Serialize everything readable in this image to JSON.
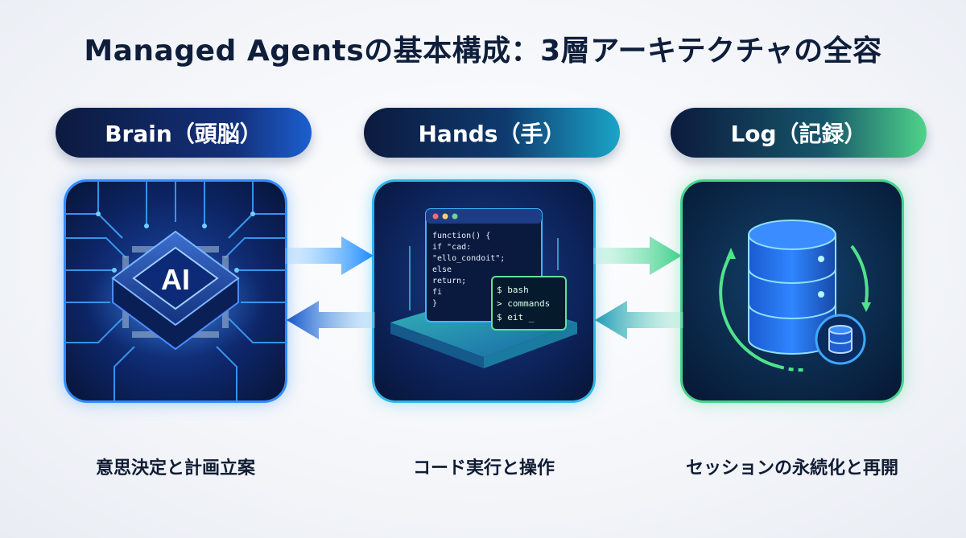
{
  "title": "Managed Agentsの基本構成：3層アーキテクチャの全容",
  "layers": [
    {
      "label": "Brain（頭脳）",
      "caption": "意思決定と計画立案",
      "chip_text": "AI"
    },
    {
      "label": "Hands（手）",
      "caption": "コード実行と操作",
      "code_lines": [
        "function() {",
        "  if \"cad:",
        "    \"ello_condoit\";",
        "  else",
        "    return;",
        "  fi",
        "}"
      ],
      "terminal_lines": [
        "$ bash",
        "> commands",
        "$ eit _"
      ]
    },
    {
      "label": "Log（記録）",
      "caption": "セッションの永続化と再開"
    }
  ],
  "colors": {
    "brain_accent": "#2f8cff",
    "hands_accent": "#2fb5e8",
    "log_accent": "#46d38f",
    "navy": "#0c1a3e"
  }
}
